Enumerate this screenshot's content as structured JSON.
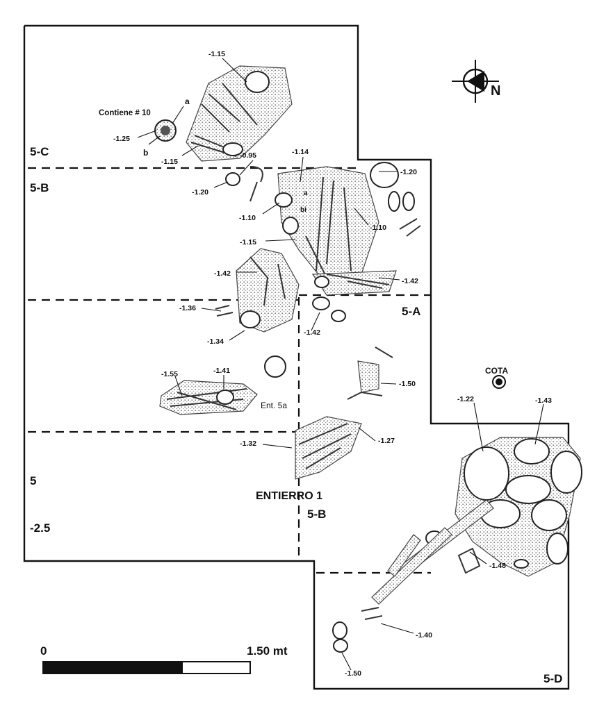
{
  "units": {
    "c": "5-C",
    "b": "5-B",
    "a": "5-A",
    "b_lower": "5-B",
    "d": "5-D",
    "five": "5",
    "minus": "-2.5"
  },
  "labels": {
    "contiene": "Contiene # 10",
    "a": "a",
    "b": "b",
    "burial": "ENTIERRO 1",
    "feature": "Ent. 5a",
    "cota": "COTA",
    "north": "N",
    "bi": "bi",
    "a_small": "a"
  },
  "elevations": {
    "e1": "-1.15",
    "e2": "-1.25",
    "e3": "-1.15",
    "e4": "-0.95",
    "e5": "-1.14",
    "e6": "-1.20",
    "e7": "-1.20",
    "e8": "-1.10",
    "e9": "-1.10",
    "e10": "-1.15",
    "e11": "-1.42",
    "e12": "-1.42",
    "e13": "-1.36",
    "e14": "-1.34",
    "e15": "-1.42",
    "e16": "-1.55",
    "e17": "-1.41",
    "e18": "-1.50",
    "e19": "-1.32",
    "e20": "-1.27",
    "e21": "-1.22",
    "e22": "-1.43",
    "e23": "-1.48",
    "e24": "-1.40",
    "e25": "-1.50"
  },
  "scale": {
    "start": "0",
    "end": "1.50 mt"
  }
}
